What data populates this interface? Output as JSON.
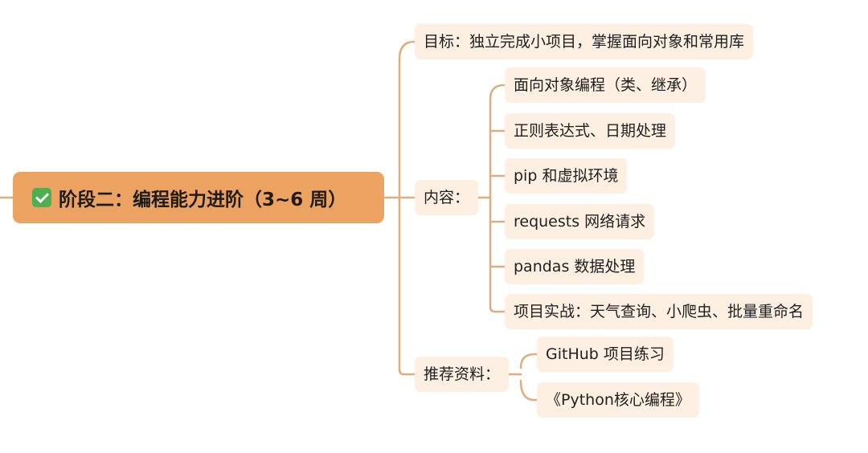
{
  "root": {
    "icon": "check-mark-icon",
    "label": "阶段二：编程能力进阶（3~6 周）"
  },
  "branches": {
    "goal": {
      "label": "目标：独立完成小项目，掌握面向对象和常用库"
    },
    "content": {
      "label": "内容：",
      "items": [
        "面向对象编程（类、继承）",
        "正则表达式、日期处理",
        "pip 和虚拟环境",
        "requests 网络请求",
        "pandas 数据处理",
        "项目实战：天气查询、小爬虫、批量重命名"
      ]
    },
    "resources": {
      "label": "推荐资料：",
      "items": [
        "GitHub 项目练习",
        "《Python核心编程》"
      ]
    }
  },
  "colors": {
    "root_bg": "#eca261",
    "node_bg": "#fdf0e2",
    "connector": "#dfae7c",
    "check": "#4caf50"
  }
}
